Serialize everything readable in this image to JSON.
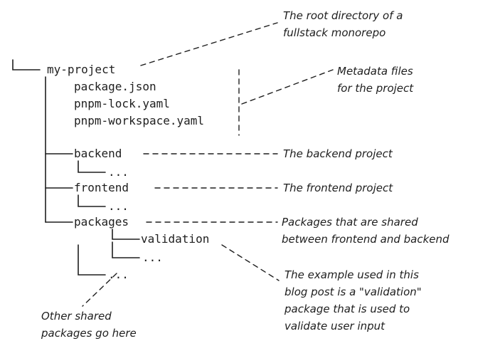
{
  "tree": {
    "root": "my-project",
    "root_files": [
      "package.json",
      "pnpm-lock.yaml",
      "pnpm-workspace.yaml"
    ],
    "backend": "backend",
    "frontend": "frontend",
    "packages": "packages",
    "validation": "validation",
    "ellipsis": "..."
  },
  "notes": {
    "root": "The root directory of a\nfullstack monorepo",
    "metadata": "Metadata files\nfor the project",
    "backend": "The backend project",
    "frontend": "The frontend project",
    "packages": "Packages that are shared\nbetween frontend and backend",
    "example": "The example used in this\nblog post is a \"validation\"\npackage that is used to\nvalidate user input",
    "other": "Other shared\npackages go here"
  }
}
